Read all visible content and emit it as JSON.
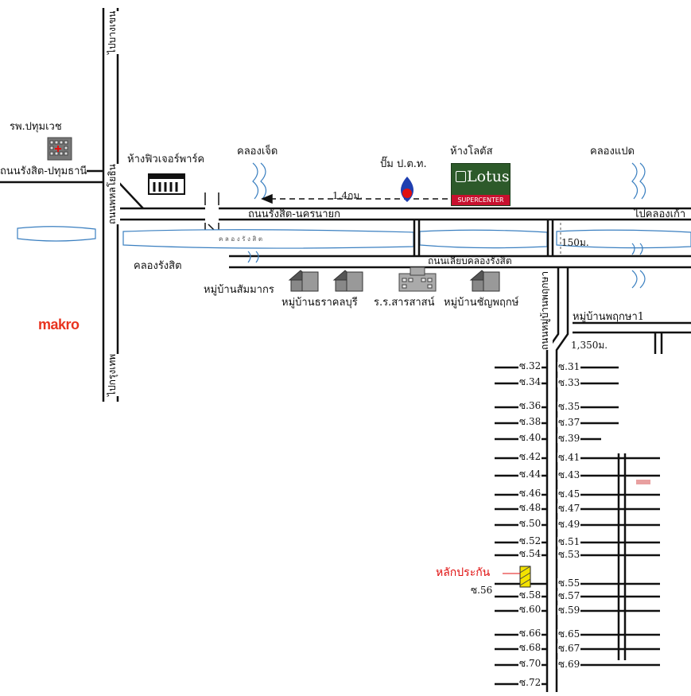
{
  "labels": {
    "hospital": "รพ.ปทุมเวช",
    "road_rangsit_pathum": "ถนนรังสิต-ปทุมธานี",
    "future_park": "ห้างฟิวเจอร์พาร์ค",
    "khlong_7": "คลองเจ็ด",
    "ptt_pump": "ปั๊ม ป.ต.ท.",
    "lotus_store": "ห้างโลตัส",
    "khlong_8": "คลองแปด",
    "dist_14km": "1.4กม.",
    "road_rangsit_nakhonnayok": "ถนนรังสิต-นครนายก",
    "to_khlong_9": "ไปคลองเก้า",
    "khlong_rangsit": "คลองรังสิต",
    "canal_text": "ค ล อ ง รั ง สิ ต",
    "road_canal_side": "ถนนเลียบคลองรังสิต",
    "dist_150m": "150ม.",
    "village_sammakorn": "หมู่บ้านสัมมากร",
    "village_tharakanburi": "หมู่บ้านธราคลบุรี",
    "school": "ร.ร.สารสาสน์",
    "village_chanphruk": "หมู่บ้านชัญพฤกษ์",
    "village_phruksa1": "หมู่บ้านพฤกษา1",
    "dist_1350m": "1,350ม.",
    "road_village_phruksa": "ถนนหมู่บ้านพฤกษา",
    "to_bangkhen": "ไปบางเขน",
    "road_phahonyothin": "ถนนพหลโยธิน",
    "to_bangkok": "ไปกรุงเทพ",
    "makro": "makro",
    "collateral": "หลักประกัน",
    "soi_56": "ซ.56"
  },
  "lotus_sign": {
    "word": "Lotus",
    "bar": "SUPERCENTER"
  },
  "colors": {
    "makro": "#e8331f",
    "collateral": "#e01010",
    "canal": "#3a7fc0",
    "lotus_green": "#2d5a2a",
    "lotus_red": "#c8102e"
  },
  "sois": [
    {
      "left": "ซ.32",
      "right": "ซ.31"
    },
    {
      "left": "ซ.34",
      "right": "ซ.33"
    },
    {
      "left": "ซ.36",
      "right": "ซ.35"
    },
    {
      "left": "ซ.38",
      "right": "ซ.37"
    },
    {
      "left": "ซ.40",
      "right": "ซ.39"
    },
    {
      "left": "ซ.42",
      "right": "ซ.41"
    },
    {
      "left": "ซ.44",
      "right": "ซ.43"
    },
    {
      "left": "ซ.46",
      "right": "ซ.45"
    },
    {
      "left": "ซ.48",
      "right": "ซ.47"
    },
    {
      "left": "ซ.50",
      "right": "ซ.49"
    },
    {
      "left": "ซ.52",
      "right": "ซ.51"
    },
    {
      "left": "ซ.54",
      "right": "ซ.53"
    },
    {
      "left": "",
      "right": "ซ.55"
    },
    {
      "left": "ซ.58",
      "right": "ซ.57"
    },
    {
      "left": "ซ.60",
      "right": "ซ.59"
    },
    {
      "left": "ซ.66",
      "right": "ซ.65"
    },
    {
      "left": "ซ.68",
      "right": "ซ.67"
    },
    {
      "left": "ซ.70",
      "right": "ซ.69"
    },
    {
      "left": "ซ.72",
      "right": ""
    }
  ]
}
